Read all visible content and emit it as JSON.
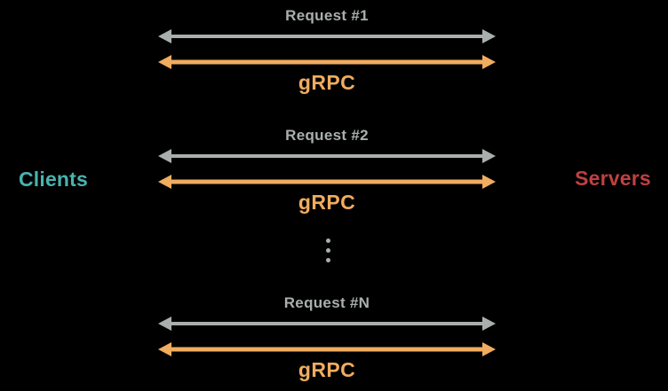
{
  "diagram": {
    "left_label": "Clients",
    "right_label": "Servers",
    "sections": [
      {
        "request_label": "Request #1",
        "protocol_label": "gRPC"
      },
      {
        "request_label": "Request #2",
        "protocol_label": "gRPC"
      },
      {
        "request_label": "Request #N",
        "protocol_label": "gRPC"
      }
    ],
    "ellipsis": {
      "icon": "vertical-ellipsis-icon",
      "dot_count": 3
    },
    "colors": {
      "background": "#000000",
      "request": "#A9AFAC",
      "grpc": "#F0AC5F",
      "clients": "#4AB3AF",
      "servers": "#BE4141",
      "dots": "#A9AFAC"
    }
  }
}
